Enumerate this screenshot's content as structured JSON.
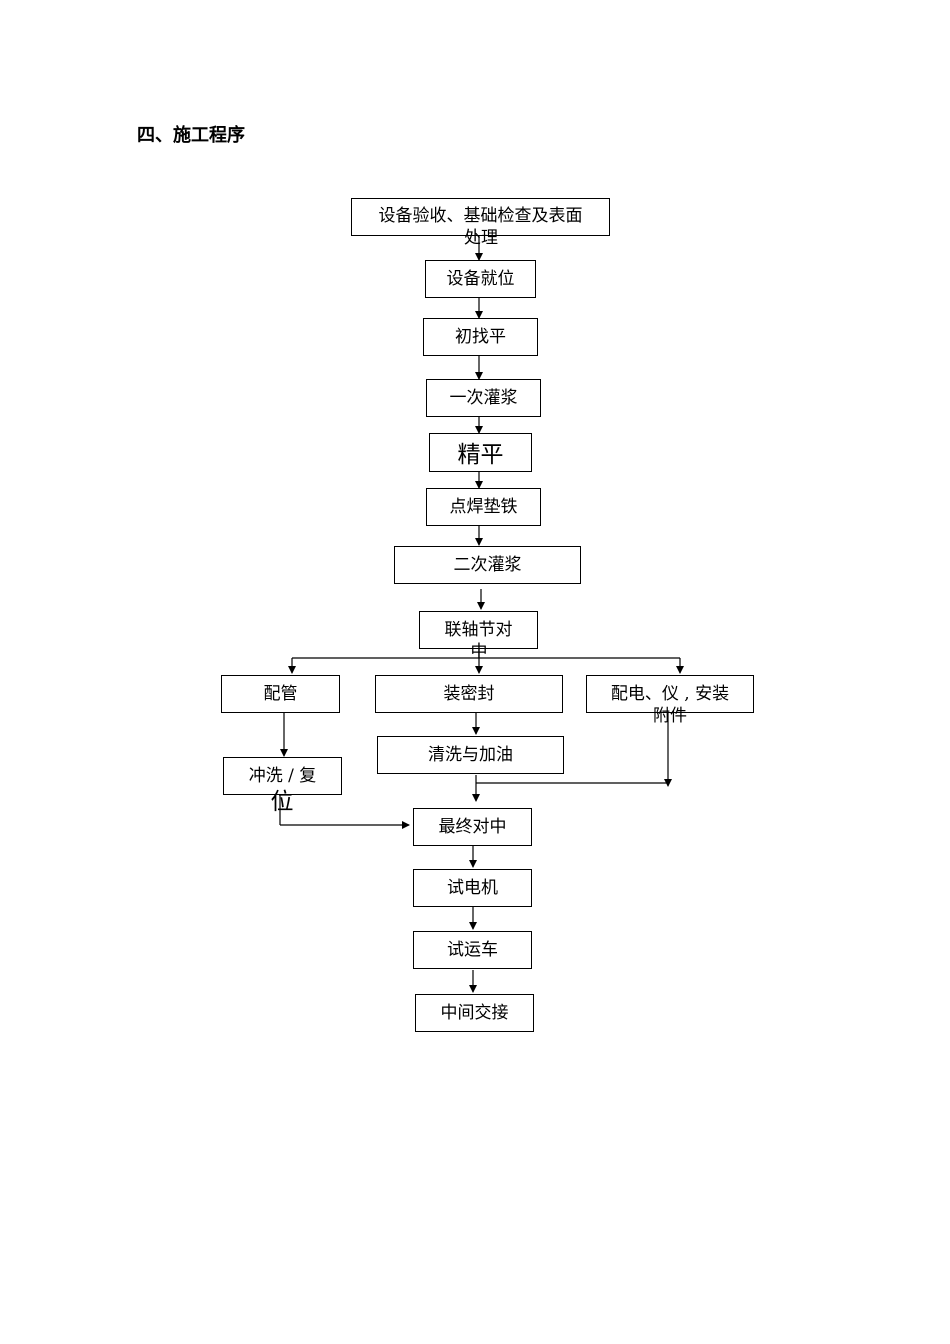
{
  "heading": "四、施工程序",
  "steps": {
    "s1": "设备验收、基础检查及表面",
    "s1b": "处理",
    "s2": "设备就位",
    "s3": "初找平",
    "s4": "一次灌浆",
    "s5": "精平",
    "s6": "点焊垫铁",
    "s7": "二次灌浆",
    "s8": "联轴节对",
    "s8b": "中",
    "l1": "配管",
    "l2": "冲洗 / 复",
    "l2b": "位",
    "m1": "装密封",
    "m2": "清洗与加油",
    "r1": "配电、仪 , 安装",
    "r1b": "附件",
    "f1": "最终对中",
    "f2": "试电机",
    "f3": "试运车",
    "f4": "中间交接"
  }
}
